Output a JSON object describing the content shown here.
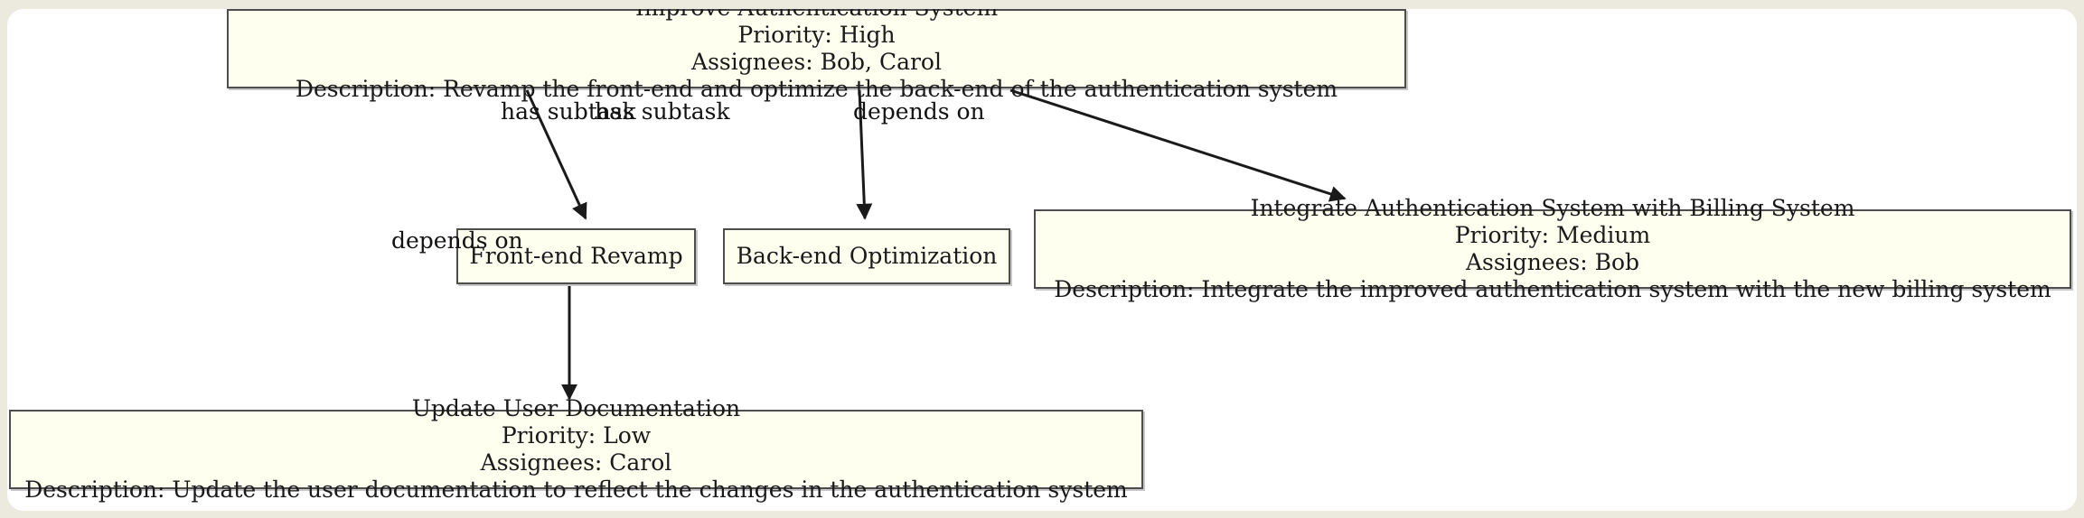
{
  "diagram": {
    "type": "task-dependency-graph",
    "background_color": "#eceade",
    "panel_color": "#ffffff",
    "node_fill": "#fffff0",
    "node_border": "#4d4d4d",
    "edge_color": "#1a1a1a",
    "nodes": [
      {
        "id": "task1",
        "title": "Improve Authentication System",
        "priority_line": "Priority: High",
        "assignees_line": "Assignees: Bob, Carol",
        "description_line": "Description: Revamp the front-end and optimize the back-end of the authentication system",
        "priority": "High",
        "assignees": "Bob, Carol"
      },
      {
        "id": "task2",
        "title": "Front-end Revamp"
      },
      {
        "id": "task3",
        "title": "Back-end Optimization"
      },
      {
        "id": "task4",
        "title": "Integrate Authentication System with Billing System",
        "priority_line": "Priority: Medium",
        "assignees_line": "Assignees: Bob",
        "description_line": "Description: Integrate the improved authentication system with the new billing system",
        "priority": "Medium",
        "assignees": "Bob"
      },
      {
        "id": "task5",
        "title": "Update User Documentation",
        "priority_line": "Priority: Low",
        "assignees_line": "Assignees: Carol",
        "description_line": "Description: Update the user documentation to reflect the changes in the authentication system",
        "priority": "Low",
        "assignees": "Carol"
      }
    ],
    "edges": [
      {
        "id": "e1",
        "from": "task1",
        "to": "task2",
        "label": "has subtask"
      },
      {
        "id": "e2",
        "from": "task1",
        "to": "task3",
        "label": "has subtask"
      },
      {
        "id": "e3",
        "from": "task1",
        "to": "task4",
        "label": "depends on"
      },
      {
        "id": "e4",
        "from": "task2",
        "to": "task5",
        "label": "depends on"
      }
    ]
  }
}
